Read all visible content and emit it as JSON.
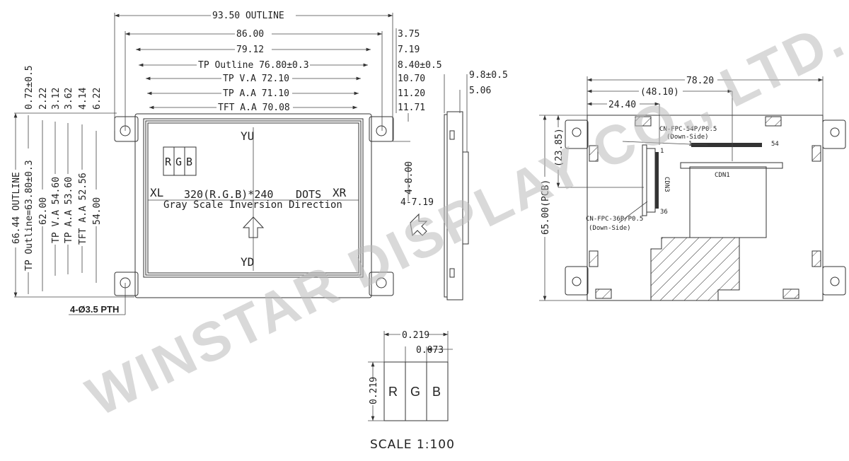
{
  "watermark": "WINSTAR DISPLAY CO., LTD.",
  "front": {
    "top_dims": [
      "93.50 OUTLINE",
      "86.00",
      "79.12",
      "TP Outline 76.80±0.3",
      "TP V.A 72.10",
      "TP A.A 71.10",
      "TFT A.A 70.08"
    ],
    "right_dims": [
      "3.75",
      "7.19",
      "8.40±0.5",
      "10.70",
      "11.20",
      "11.71"
    ],
    "right_vertical": "4-8.00",
    "right_offset": "4-7.19",
    "left_dims": [
      "66.44 OUTLINE",
      "TP Outline=63.80±0.3",
      "62.00",
      "TP V.A 54.60",
      "TP A.A 53.60",
      "TFT A.A 52.56",
      "54.00"
    ],
    "left_top_dims": [
      "0.72±0.5",
      "2.22",
      "3.12",
      "3.62",
      "4.14",
      "6.22"
    ],
    "hole_note": "4-Ø3.5 PTH",
    "rgb_label": [
      "R",
      "G",
      "B"
    ],
    "yu": "YU",
    "yd": "YD",
    "xl": "XL",
    "xr": "XR",
    "resolution": "320(R.G.B)*240",
    "dots": "DOTS",
    "inversion": "Gray Scale Inversion Direction"
  },
  "side": {
    "dims": [
      "9.8±0.5",
      "5.06"
    ]
  },
  "back": {
    "dims": [
      "78.20",
      "(48.10)",
      "24.40"
    ],
    "vertical_dims": [
      "(23.85)",
      "65.00(PCB)"
    ],
    "cn1_note": [
      "CN-FPC-54P/P0.5",
      "(Down-Side)"
    ],
    "cn1_label": "CDN1",
    "cn1_pins": [
      "1",
      "54"
    ],
    "cn3_note": [
      "CN-FPC-36P/P0.5",
      "(Down-Side)"
    ],
    "cn3_label": "CDN3",
    "cn3_pins": [
      "1",
      "36"
    ]
  },
  "pixel": {
    "dims": [
      "0.219",
      "0.073",
      "0.219"
    ],
    "labels": [
      "R",
      "G",
      "B"
    ],
    "scale": "SCALE 1:100"
  }
}
